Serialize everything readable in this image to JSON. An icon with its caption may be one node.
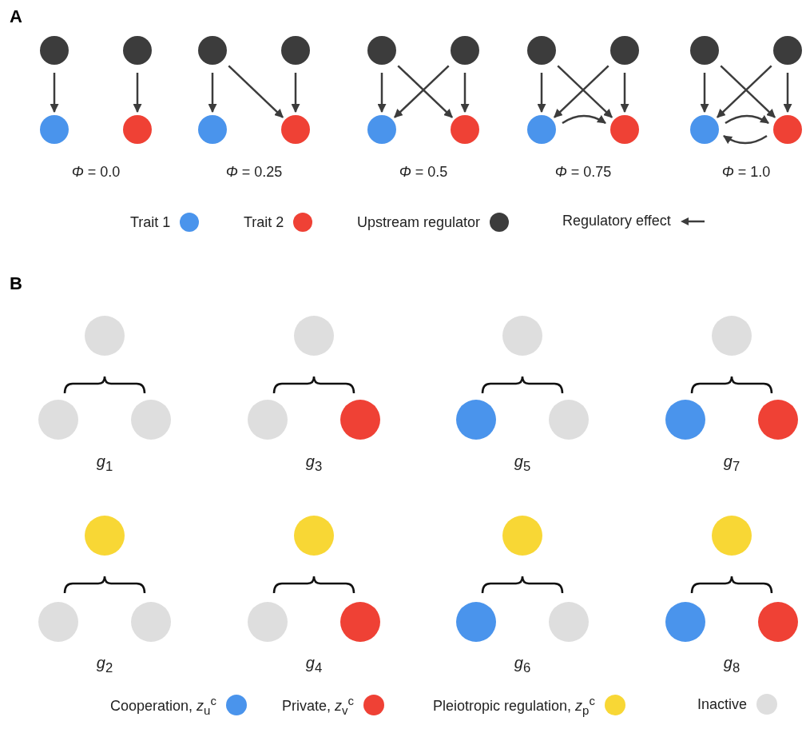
{
  "diagram": {
    "nodes": [
      {
        "text": [],
        "shape": "circle"
      },
      {
        "text": [],
        "shape": "circle"
      },
      {
        "text": [],
        "shape": "circle"
      },
      {
        "text": [],
        "shape": "circle"
      },
      {
        "text": [],
        "shape": "circle"
      },
      {
        "text": [],
        "shape": "circle"
      },
      {
        "text": [],
        "shape": "circle"
      },
      {
        "text": [],
        "shape": "circle"
      },
      {
        "text": [],
        "shape": "circle"
      },
      {
        "text": [],
        "shape": "circle"
      },
      {
        "text": [],
        "shape": "circle"
      },
      {
        "text": [],
        "shape": "circle"
      },
      {
        "text": [],
        "shape": "circle"
      },
      {
        "text": [],
        "shape": "circle"
      },
      {
        "text": [],
        "shape": "circle"
      },
      {
        "text": [],
        "shape": "circle"
      },
      {
        "text": [],
        "shape": "circle"
      },
      {
        "text": [],
        "shape": "circle"
      },
      {
        "text": [],
        "shape": "circle"
      },
      {
        "text": [],
        "shape": "circle"
      },
      {
        "text": [],
        "shape": "circle"
      },
      {
        "text": [],
        "shape": "circle"
      },
      {
        "text": [],
        "shape": "circle"
      },
      {
        "text": [],
        "shape": "circle"
      },
      {
        "text": [],
        "shape": "circle"
      },
      {
        "text": [],
        "shape": "circle"
      },
      {
        "text": [],
        "shape": "circle"
      },
      {
        "text": [],
        "shape": "circle"
      },
      {
        "text": [],
        "shape": "circle"
      },
      {
        "text": [],
        "shape": "circle"
      },
      {
        "text": [],
        "shape": "circle"
      },
      {
        "text": [],
        "shape": "circle"
      },
      {
        "text": [],
        "shape": "circle"
      },
      {
        "text": [],
        "shape": "circle"
      },
      {
        "text": [],
        "shape": "circle"
      },
      {
        "text": [],
        "shape": "circle"
      },
      {
        "text": [],
        "shape": "circle"
      },
      {
        "text": [],
        "shape": "circle"
      },
      {
        "text": [],
        "shape": "circle"
      },
      {
        "text": [],
        "shape": "circle"
      },
      {
        "text": [],
        "shape": "circle"
      },
      {
        "text": [],
        "shape": "circle"
      },
      {
        "text": [],
        "shape": "circle"
      },
      {
        "text": [],
        "shape": "circle"
      }
    ],
    "edges": [
      {
        "from": 0,
        "to": 2,
        "arrow": "to"
      },
      {
        "from": 1,
        "to": 3,
        "arrow": "to"
      },
      {
        "from": 4,
        "to": 6,
        "arrow": "to"
      },
      {
        "from": 4,
        "to": 7,
        "arrow": "to"
      },
      {
        "from": 5,
        "to": 7,
        "arrow": "to"
      },
      {
        "from": 8,
        "to": 10,
        "arrow": "to"
      },
      {
        "from": 8,
        "to": 11,
        "arrow": "to"
      },
      {
        "from": 9,
        "to": 10,
        "arrow": "to"
      },
      {
        "from": 9,
        "to": 11,
        "arrow": "to"
      },
      {
        "from": 12,
        "to": 14,
        "arrow": "to"
      },
      {
        "from": 12,
        "to": 15,
        "arrow": "to"
      },
      {
        "from": 13,
        "to": 14,
        "arrow": "to"
      },
      {
        "from": 13,
        "to": 15,
        "arrow": "to"
      },
      {
        "from": 14,
        "to": 15,
        "arrow": "to"
      },
      {
        "from": 16,
        "to": 18,
        "arrow": "to"
      },
      {
        "from": 16,
        "to": 19,
        "arrow": "to"
      },
      {
        "from": 17,
        "to": 18,
        "arrow": "to"
      },
      {
        "from": 17,
        "to": 19,
        "arrow": "to"
      },
      {
        "from": 18,
        "to": 19,
        "arrow": "to"
      },
      {
        "from": 19,
        "to": 18,
        "arrow": "to"
      }
    ],
    "labels": [
      "A",
      "*Φ* = 0.0",
      "*Φ* = 0.25",
      "*Φ* = 0.5",
      "*Φ* = 0.75",
      "*Φ* = 1.0",
      "B",
      "*g*$_{1}$",
      "*g*$_{3}$",
      "*g*$_{5}$",
      "*g*$_{7}$",
      "*g*$_{2}$",
      "*g*$_{4}$",
      "*g*$_{6}$",
      "*g*$_{8}$"
    ],
    "legend": [
      {
        "text": "Trait 1",
        "color": "#4a94ec"
      },
      {
        "text": "Trait 2",
        "color": "#ef4135"
      },
      {
        "text": "Upstream regulator",
        "color": "#3c3c3c"
      },
      {
        "text": "Regulatory effect"
      },
      {
        "text": "Cooperation, *z*$_{u}$$^{c}$",
        "color": "#4a94ec"
      },
      {
        "text": "Private, *z*$_{v}$$^{c}$",
        "color": "#ef4135"
      },
      {
        "text": "Pleiotropic regulation, *z*$_{p}$$^{c}$",
        "color": "#f8d735"
      },
      {
        "text": "Inactive",
        "color": "#dedede"
      }
    ]
  }
}
